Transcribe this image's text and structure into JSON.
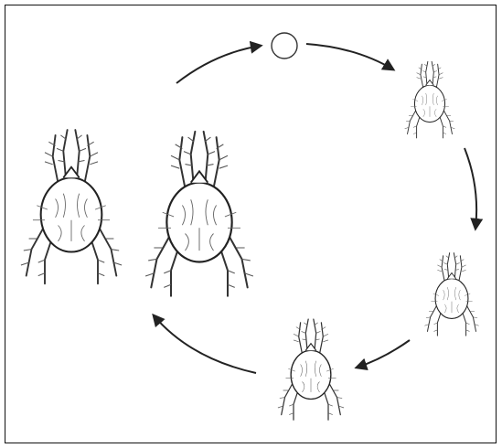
{
  "diagram": {
    "type": "life-cycle",
    "stages": [
      {
        "id": "egg",
        "icon": "egg-icon"
      },
      {
        "id": "larva",
        "icon": "larva-mite-icon"
      },
      {
        "id": "protonymph",
        "icon": "protonymph-mite-icon"
      },
      {
        "id": "deutonymph",
        "icon": "deutonymph-mite-icon"
      },
      {
        "id": "adult-female",
        "icon": "adult-female-mite-icon"
      },
      {
        "id": "adult-male",
        "icon": "adult-male-mite-icon"
      }
    ],
    "colors": {
      "line": "#222222",
      "background": "#ffffff",
      "frame": "#111111"
    }
  }
}
